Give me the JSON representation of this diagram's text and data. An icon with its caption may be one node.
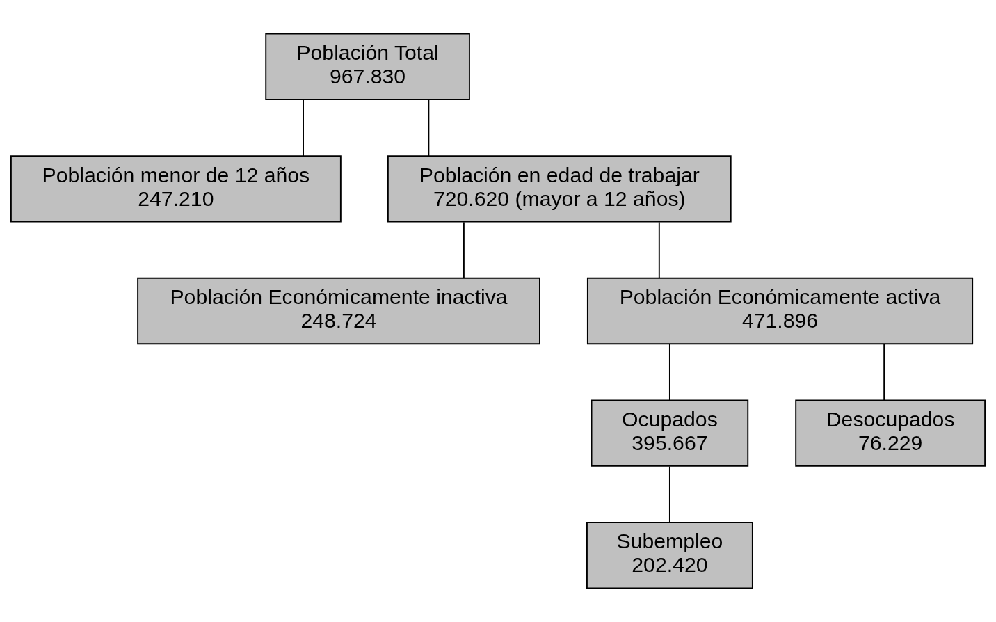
{
  "diagram": {
    "nodes": [
      {
        "text": [
          "Población Total",
          "967.830"
        ]
      },
      {
        "text": [
          "Población menor de 12 años",
          "247.210"
        ]
      },
      {
        "text": [
          "Población en edad de trabajar",
          "720.620 (mayor a 12 años)"
        ]
      },
      {
        "text": [
          "Población Económicamente inactiva",
          "248.724"
        ]
      },
      {
        "text": [
          "Población Económicamente activa",
          "471.896"
        ]
      },
      {
        "text": [
          "Ocupados",
          "395.667"
        ]
      },
      {
        "text": [
          "Desocupados",
          "76.229"
        ]
      },
      {
        "text": [
          "Subempleo",
          "202.420"
        ]
      }
    ],
    "edges": [
      {
        "from": 0,
        "to": 1,
        "arrow": "none"
      },
      {
        "from": 0,
        "to": 2,
        "arrow": "none"
      },
      {
        "from": 2,
        "to": 3,
        "arrow": "none"
      },
      {
        "from": 2,
        "to": 4,
        "arrow": "none"
      },
      {
        "from": 4,
        "to": 5,
        "arrow": "none"
      },
      {
        "from": 4,
        "to": 6,
        "arrow": "none"
      },
      {
        "from": 5,
        "to": 7,
        "arrow": "none"
      }
    ]
  }
}
